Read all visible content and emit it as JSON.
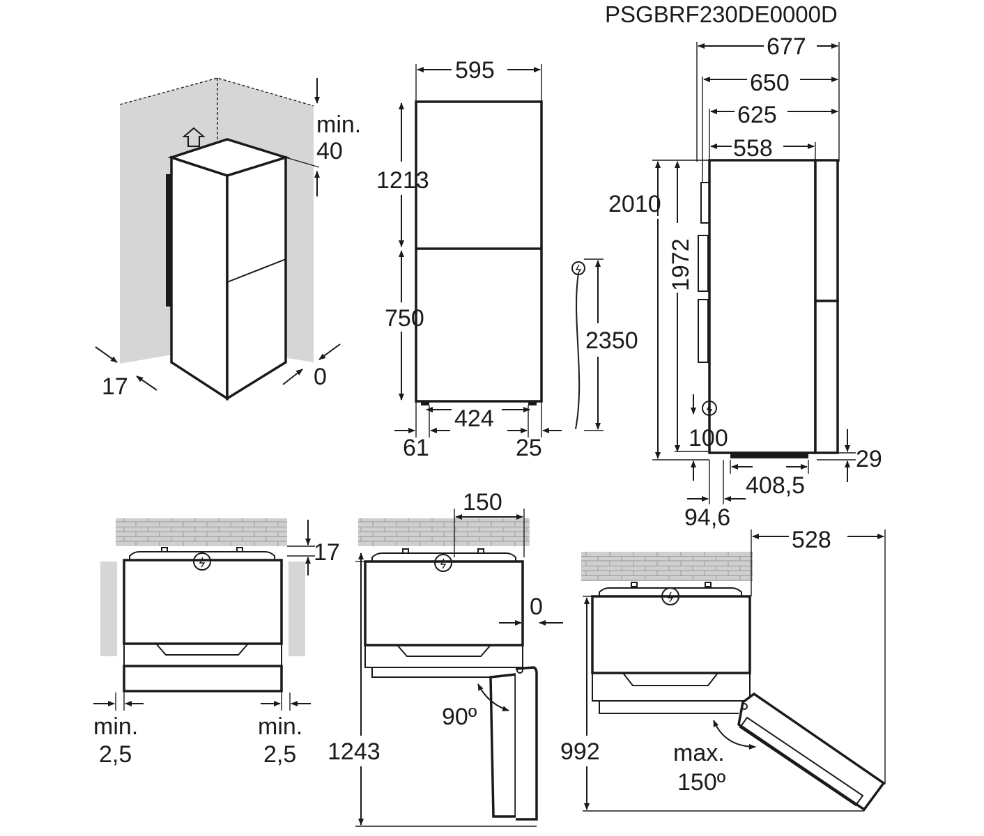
{
  "title": "PSGBRF230DE0000D",
  "perspective": {
    "top_clearance_label": "min.\n40",
    "side_gap_left": "17",
    "side_gap_right": "0"
  },
  "front_view": {
    "width": "595",
    "upper_height": "1213",
    "lower_height": "750",
    "feet_span": "424",
    "left_offset": "61",
    "right_offset": "25",
    "cable_length": "2350"
  },
  "side_view": {
    "depth_total": "677",
    "depth_650": "650",
    "depth_625": "625",
    "depth_558": "558",
    "height_total": "2010",
    "height_body": "1972",
    "socket_height": "100",
    "foot_height": "29",
    "foot_span": "408,5",
    "rear_offset": "94,6"
  },
  "top_view_a": {
    "wall_gap": "17",
    "side_min_left": "min.\n2,5",
    "side_min_right": "min.\n2,5"
  },
  "top_view_b": {
    "hinge_offset": "150",
    "side_gap": "0",
    "depth_open": "1243",
    "angle": "90º"
  },
  "top_view_c": {
    "width_open": "528",
    "depth_open": "992",
    "angle": "max.\n150º"
  }
}
